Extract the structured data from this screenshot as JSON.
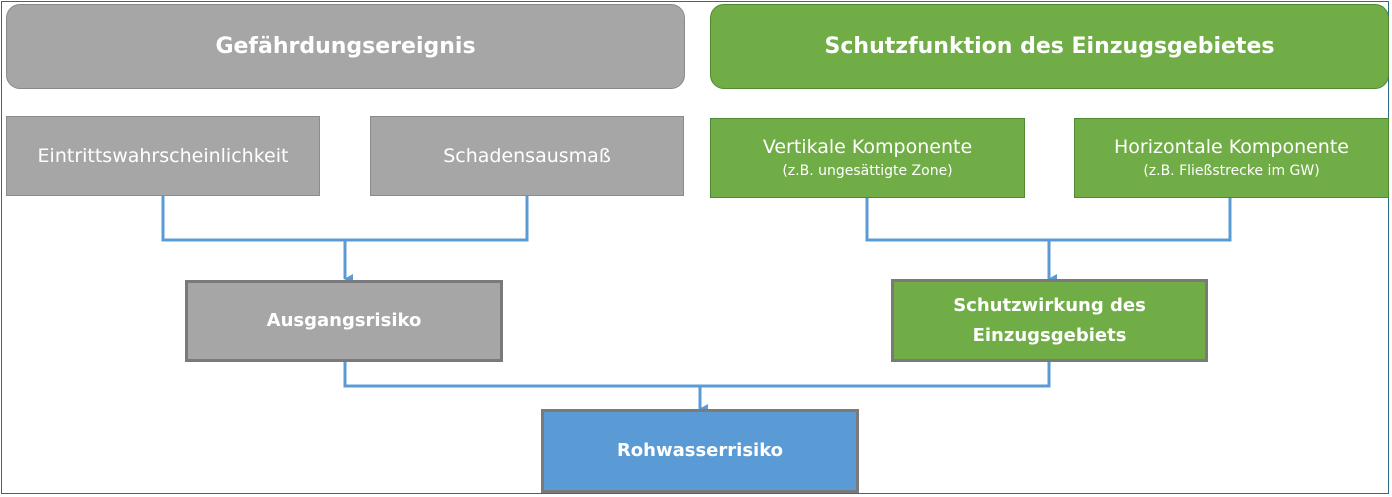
{
  "left_group": {
    "header": "Gefährdungsereignis",
    "item_1": "Eintrittswahrscheinlichkeit",
    "item_2": "Schadensausmaß",
    "result": "Ausgangsrisiko"
  },
  "right_group": {
    "header": "Schutzfunktion des Einzugsgebietes",
    "item_1": {
      "title": "Vertikale Komponente",
      "subtitle": "(z.B. ungesättigte Zone)"
    },
    "item_2": {
      "title": "Horizontale Komponente",
      "subtitle": "(z.B. Fließstrecke im GW)"
    },
    "result_line_1": "Schutzwirkung des",
    "result_line_2": "Einzugsgebiets"
  },
  "final": {
    "label": "Rohwasserrisiko"
  },
  "colors": {
    "grey": "#a6a6a6",
    "green": "#70ad47",
    "blue": "#5b9bd5",
    "connector": "#5b9bd5",
    "frame": "#2e6b88"
  }
}
